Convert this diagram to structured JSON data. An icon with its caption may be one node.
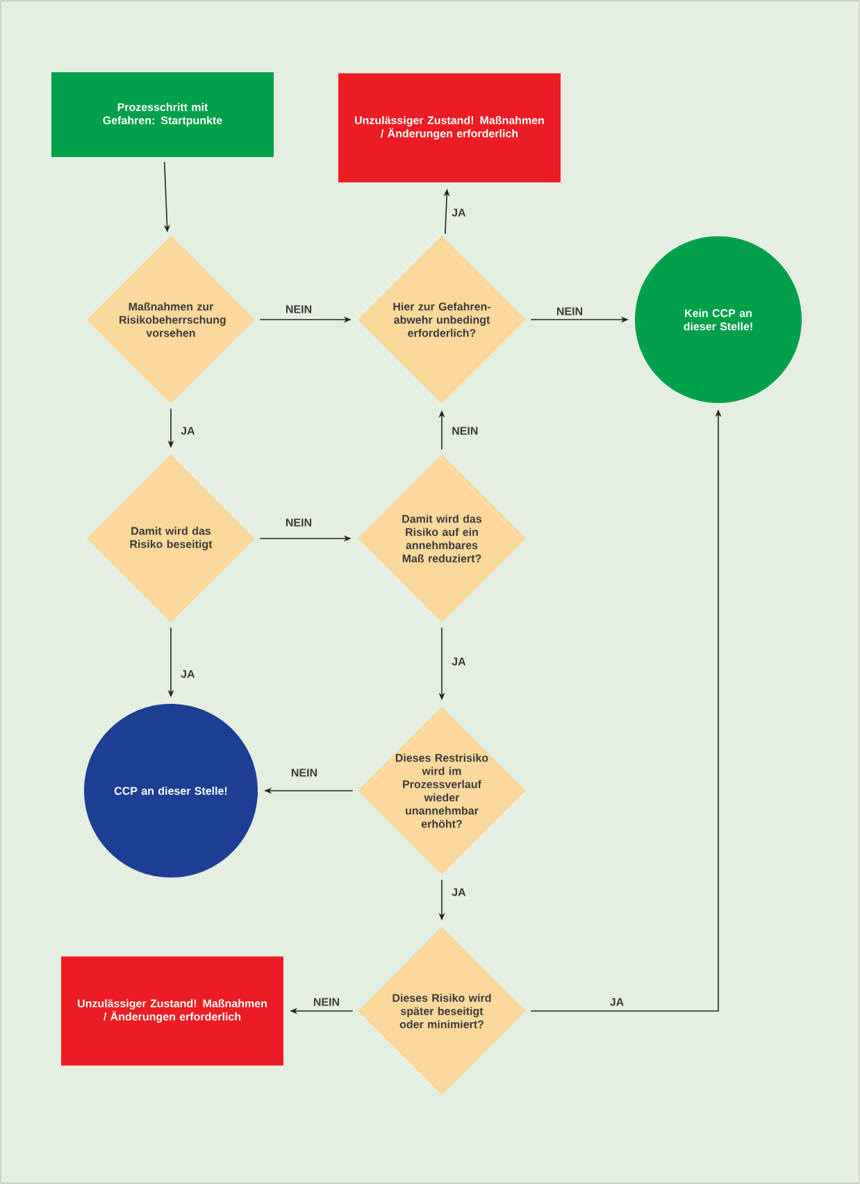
{
  "diagram": {
    "nodes": [
      {
        "text": [
          "Prozesschritt mit Gefahren: Startpunkte"
        ]
      },
      {
        "text": [
          "Unzulässiger Zustand! Maßnahmen / Änderungen erforderlich"
        ]
      },
      {
        "text": [
          "Maßnahmen zur Risikobeherrschung vorsehen"
        ]
      },
      {
        "text": [
          "Hier zur Gefahren-abwehr unbedingt erforderlich?"
        ]
      },
      {
        "text": [
          "Kein CCP an dieser Stelle!"
        ]
      },
      {
        "text": [
          "Damit wird das Risiko beseitigt"
        ]
      },
      {
        "text": [
          "Damit wird das Risiko auf ein annehmbares Maß reduziert?"
        ]
      },
      {
        "text": [
          "CCP an dieser Stelle!"
        ]
      },
      {
        "text": [
          "Dieses Restrisiko wird im Prozessverlauf wieder unannehmbar erhöht?"
        ]
      },
      {
        "text": [
          "Unzulässiger Zustand! Maßnahmen / Änderungen erforderlich"
        ]
      },
      {
        "text": [
          "Dieses Risiko wird später beseitigt oder minimiert?"
        ]
      }
    ],
    "edges": [
      {
        "from": 0,
        "to": 2,
        "arrow": "to"
      },
      {
        "from": 2,
        "to": 3,
        "arrow": "to",
        "label": "NEIN"
      },
      {
        "from": 2,
        "to": 5,
        "arrow": "to",
        "label": "JA"
      },
      {
        "from": 3,
        "to": 1,
        "arrow": "to",
        "label": "JA"
      },
      {
        "from": 3,
        "to": 4,
        "arrow": "to",
        "label": "NEIN"
      },
      {
        "from": 6,
        "to": 3,
        "arrow": "to",
        "label": "NEIN"
      },
      {
        "from": 5,
        "to": 6,
        "arrow": "to",
        "label": "NEIN"
      },
      {
        "from": 5,
        "to": 7,
        "arrow": "to",
        "label": "JA"
      },
      {
        "from": 6,
        "to": 8,
        "arrow": "to",
        "label": "JA"
      },
      {
        "from": 8,
        "to": 7,
        "arrow": "to",
        "label": "NEIN"
      },
      {
        "from": 8,
        "to": 10,
        "arrow": "to",
        "label": "JA"
      },
      {
        "from": 10,
        "to": 9,
        "arrow": "to",
        "label": "NEIN"
      },
      {
        "from": 10,
        "to": 4,
        "arrow": "to",
        "label": "JA"
      }
    ]
  }
}
